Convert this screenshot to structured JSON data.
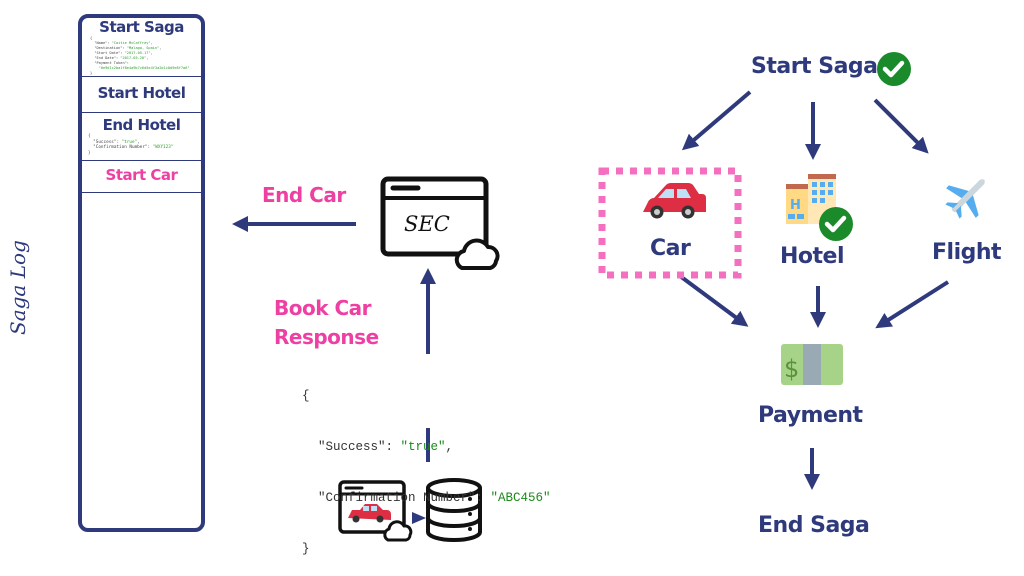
{
  "saga_log": {
    "title": "Saga Log",
    "entries": [
      {
        "label": "Start Saga",
        "color": "#2e3a7c",
        "payload": [
          "{",
          "  \"Name\": \"Caitie McCaffrey\",",
          "  \"Destination\": \"Malaga, Spain\",",
          "  \"Start Date\": \"2017-05-17\",",
          "  \"End Date\": \"2017-05-20\",",
          "  \"Payment Token\":",
          "    \"0e9d1c2ba1f8e4a9b7c6d5e4f3a2b1c0d9e8f7a6\"",
          "}"
        ]
      },
      {
        "label": "Start Hotel",
        "color": "#2e3a7c",
        "payload": []
      },
      {
        "label": "End Hotel",
        "color": "#2e3a7c",
        "payload": [
          "{",
          "  \"Success\": \"true\",",
          "  \"Confirmation Number\": \"WXY123\"",
          "}"
        ]
      },
      {
        "label": "Start Car",
        "color": "#ee3fa3",
        "payload": []
      }
    ]
  },
  "middle": {
    "end_car_label": "End Car",
    "sec_label": "SEC",
    "book_car_response_label": [
      "Book Car",
      "Response"
    ],
    "response_json": {
      "open": "{",
      "lines": [
        {
          "key": "\"Success\"",
          "value": "\"true\"",
          "trail": ","
        },
        {
          "key": "\"Confirmation Number\"",
          "value": "\"ABC456\"",
          "trail": ""
        }
      ],
      "close": "}"
    }
  },
  "flow": {
    "start": {
      "label": "Start Saga",
      "status": "complete"
    },
    "steps": [
      {
        "name": "car",
        "label": "Car",
        "icon": "car-icon",
        "status": "in-progress"
      },
      {
        "name": "hotel",
        "label": "Hotel",
        "icon": "hotel-icon",
        "status": "complete"
      },
      {
        "name": "flight",
        "label": "Flight",
        "icon": "airplane-icon",
        "status": "pending"
      }
    ],
    "payment": {
      "label": "Payment",
      "icon": "money-icon"
    },
    "end": {
      "label": "End Saga"
    }
  },
  "colors": {
    "navy": "#2e3a7c",
    "pink": "#ee3fa3",
    "highlight_border": "#f56fc1",
    "check_green": "#1a8a2a",
    "code_green": "#1a8a1a"
  }
}
